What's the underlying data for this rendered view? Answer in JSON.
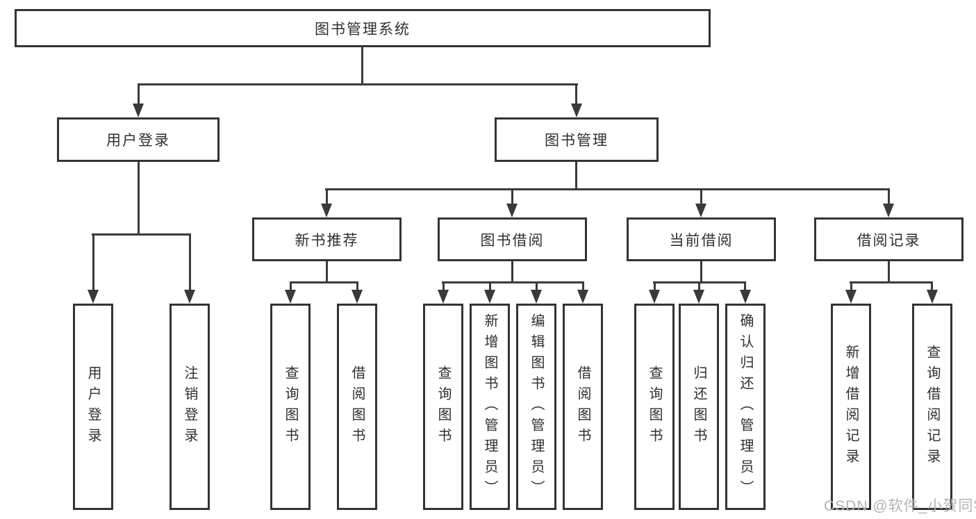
{
  "diagram_title": "图书管理系统",
  "nodes": {
    "root": {
      "label": "图书管理系统"
    },
    "user_login": {
      "label": "用户登录"
    },
    "book_mgmt": {
      "label": "图书管理"
    },
    "new_book": {
      "label": "新书推荐"
    },
    "book_borrow": {
      "label": "图书借阅"
    },
    "current_borrow": {
      "label": "当前借阅"
    },
    "borrow_records": {
      "label": "借阅记录"
    },
    "ul_login": {
      "label": "用户登录"
    },
    "ul_logout": {
      "label": "注销登录"
    },
    "nb_query": {
      "label": "查询图书"
    },
    "nb_borrow": {
      "label": "借阅图书"
    },
    "bb_query": {
      "label": "查询图书"
    },
    "bb_add": {
      "label": "新增图书（管理员）"
    },
    "bb_edit": {
      "label": "编辑图书（管理员）"
    },
    "bb_borrow": {
      "label": "借阅图书"
    },
    "cb_query": {
      "label": "查询图书"
    },
    "cb_return": {
      "label": "归还图书"
    },
    "cb_confirm": {
      "label": "确认归还（管理员）"
    },
    "br_add": {
      "label": "新增借阅记录"
    },
    "br_query": {
      "label": "查询借阅记录"
    }
  },
  "hierarchy": {
    "root": [
      "user_login",
      "book_mgmt"
    ],
    "user_login": [
      "ul_login",
      "ul_logout"
    ],
    "book_mgmt": [
      "new_book",
      "book_borrow",
      "current_borrow",
      "borrow_records"
    ],
    "new_book": [
      "nb_query",
      "nb_borrow"
    ],
    "book_borrow": [
      "bb_query",
      "bb_add",
      "bb_edit",
      "bb_borrow"
    ],
    "current_borrow": [
      "cb_query",
      "cb_return",
      "cb_confirm"
    ],
    "borrow_records": [
      "br_add",
      "br_query"
    ]
  },
  "watermark": "CSDN @软件_小贺同学",
  "colors": {
    "line": "#3a3a3a",
    "border": "#333333",
    "text": "#2f2f2f",
    "watermark": "#b3b3b3",
    "background": "#ffffff"
  }
}
